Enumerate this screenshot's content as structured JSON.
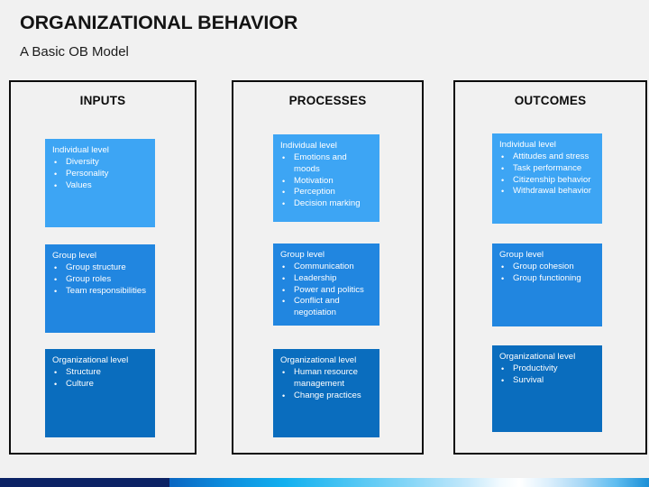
{
  "header": {
    "title": "ORGANIZATIONAL BEHAVIOR",
    "subtitle": "A Basic OB Model"
  },
  "colors": {
    "background": "#f1f1f1",
    "frame_border": "#0c0c0c",
    "box_light": "#3da5f4",
    "box_mid": "#2186e0",
    "box_dark": "#0a6dbe",
    "footer_navy": "#0b2265"
  },
  "bullet_glyph": "•",
  "columns": [
    {
      "heading": "INPUTS",
      "boxes": [
        {
          "title": "Individual level",
          "items": [
            "Diversity",
            "Personality",
            "Values"
          ]
        },
        {
          "title": "Group level",
          "items": [
            "Group structure",
            "Group roles",
            "Team responsibilities"
          ]
        },
        {
          "title": "Organizational level",
          "items": [
            "Structure",
            "Culture"
          ]
        }
      ]
    },
    {
      "heading": "PROCESSES",
      "boxes": [
        {
          "title": "Individual level",
          "items": [
            "Emotions and moods",
            "Motivation",
            "Perception",
            "Decision marking"
          ]
        },
        {
          "title": "Group level",
          "items": [
            "Communication",
            "Leadership",
            "Power and politics",
            "Conflict and negotiation"
          ]
        },
        {
          "title": "Organizational level",
          "items": [
            "Human resource management",
            "Change practices"
          ]
        }
      ]
    },
    {
      "heading": "OUTCOMES",
      "boxes": [
        {
          "title": "Individual level",
          "items": [
            "Attitudes and stress",
            "Task performance",
            "Citizenship behavior",
            "Withdrawal behavior"
          ]
        },
        {
          "title": "Group level",
          "items": [
            "Group cohesion",
            "Group functioning"
          ]
        },
        {
          "title": "Organizational level",
          "items": [
            "Productivity",
            "Survival"
          ]
        }
      ]
    }
  ]
}
